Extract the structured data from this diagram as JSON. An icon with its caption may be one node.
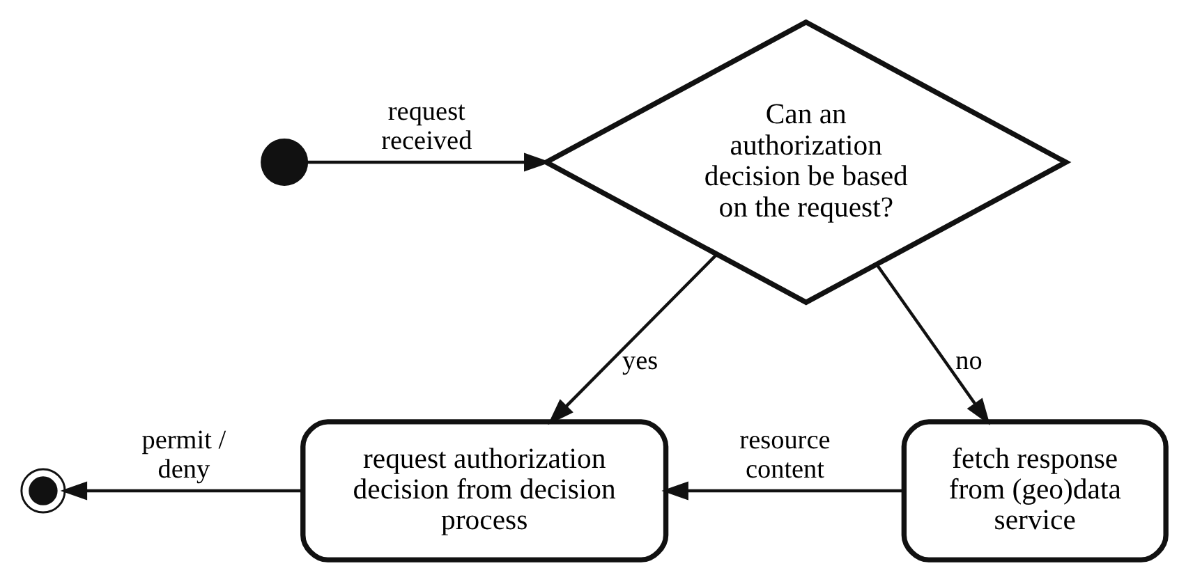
{
  "diagram": {
    "nodes": [
      {
        "text": [],
        "shape": "circle"
      },
      {
        "text": [
          "Can an authorization decision be based on the request?"
        ]
      },
      {
        "text": [
          "fetch response from (geo)data service"
        ]
      },
      {
        "text": [
          "request authorization decision from decision process"
        ]
      },
      {
        "text": [],
        "shape": "bullseye"
      }
    ],
    "edges": [
      {
        "from": 0,
        "to": 1,
        "arrow": "to",
        "label": "request received"
      },
      {
        "from": 1,
        "to": 2,
        "arrow": "to",
        "label": "no"
      },
      {
        "from": 1,
        "to": 3,
        "arrow": "to",
        "label": "yes"
      },
      {
        "from": 2,
        "to": 3,
        "arrow": "to",
        "label": "resource content"
      },
      {
        "from": 3,
        "to": 4,
        "arrow": "to",
        "label": "permit / deny"
      }
    ]
  }
}
